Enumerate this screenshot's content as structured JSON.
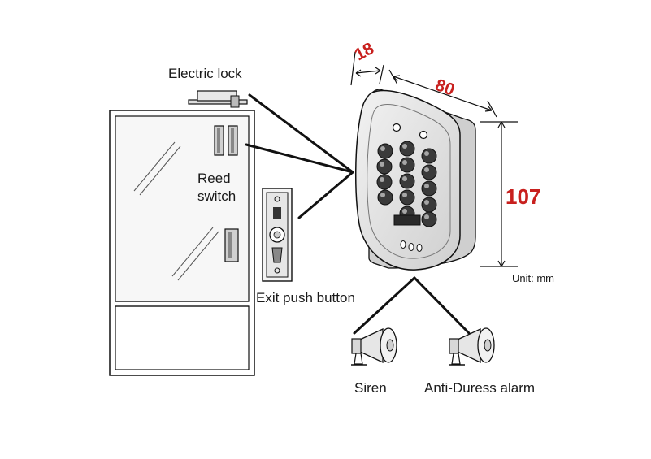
{
  "labels": {
    "electric_lock": "Electric lock",
    "reed_switch_line1": "Reed",
    "reed_switch_line2": "switch",
    "exit_push_button": "Exit push button",
    "siren": "Siren",
    "anti_duress_alarm": "Anti-Duress alarm"
  },
  "dimensions": {
    "depth": "18",
    "width": "80",
    "height": "107",
    "unit_note": "Unit: mm"
  },
  "colors": {
    "line": "#111111",
    "dimension_text": "#c8201e",
    "device_fill": "#e6e6e6",
    "key_fill": "#3a3a3a"
  }
}
